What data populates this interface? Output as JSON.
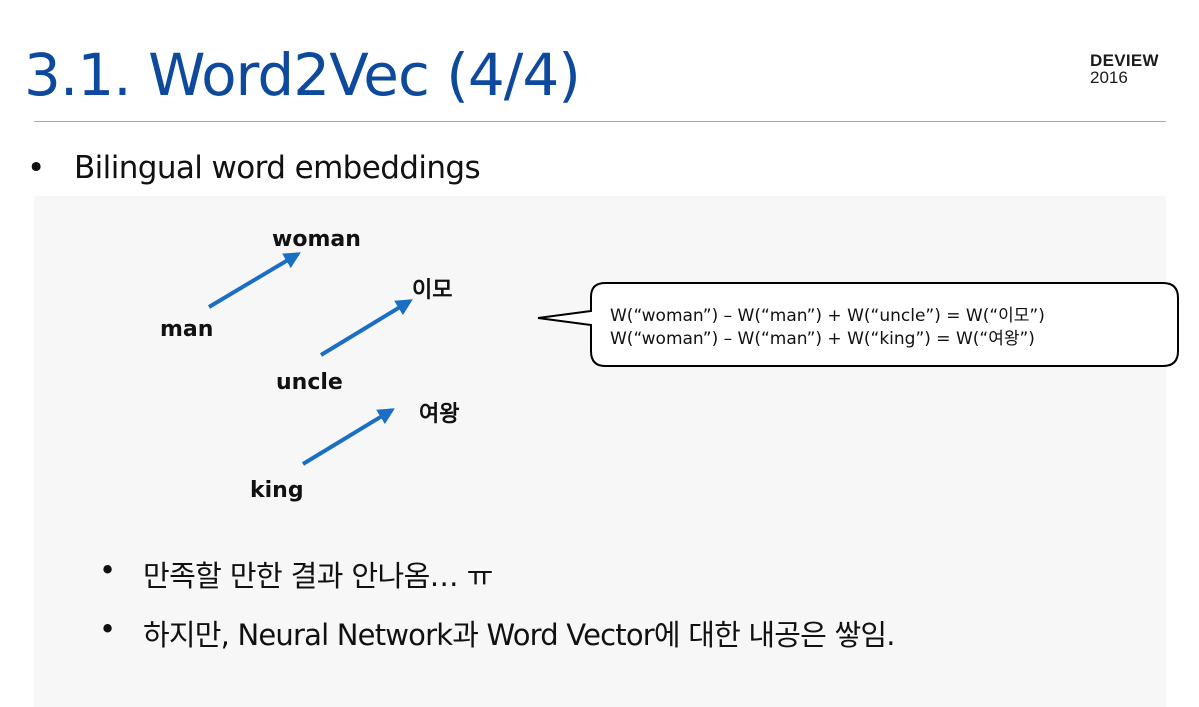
{
  "slide": {
    "title": "3.1. Word2Vec (4/4)",
    "logo": {
      "name": "DEVIEW",
      "year": "2016"
    }
  },
  "bullets": {
    "main": "Bilingual word embeddings",
    "sub": [
      "만족할 만한 결과 안나옴… ㅠ",
      "하지만, Neural Network과 Word Vector에 대한 내공은 쌓임."
    ],
    "marker": "•"
  },
  "diagram": {
    "words": {
      "man": "man",
      "woman": "woman",
      "uncle": "uncle",
      "imo": "이모",
      "king": "king",
      "queen": "여왕"
    },
    "arrow_color": "#1a6fc4",
    "equations": [
      "W(“woman”) – W(“man”) + W(“uncle”) = W(“이모”)",
      "W(“woman”) – W(“man”) + W(“king”) = W(“여왕”)"
    ]
  },
  "colors": {
    "title": "#0d4a9e",
    "text": "#111111",
    "background": "#f7f7f7",
    "divider": "#a8a8a8"
  }
}
